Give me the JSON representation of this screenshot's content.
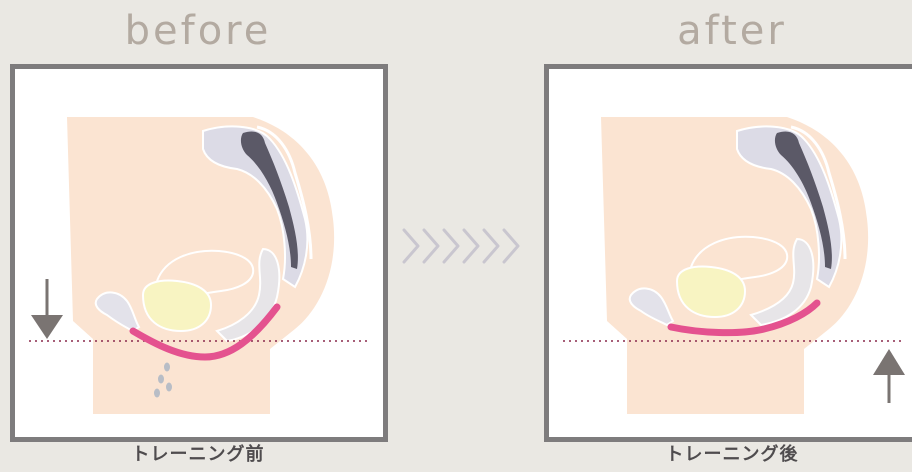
{
  "before": {
    "heading": "before",
    "caption": "トレーニング前"
  },
  "after": {
    "heading": "after",
    "caption": "トレーニング後"
  },
  "colors": {
    "background": "#eae8e3",
    "frame": "#7e7c7d",
    "skin": "#fbe4d2",
    "spine_dark": "#5b5967",
    "bone_light": "#dcdbe6",
    "bladder": "#f8f4c2",
    "pelvic_floor": "#e4528f",
    "dotted_line": "#8a2a4c",
    "arrow": "#7a7472",
    "droplets": "#b8bdc6",
    "heading_text": "#b3aaa1",
    "caption_text": "#4f4c4e"
  },
  "icons": {
    "down_arrow": "down-arrow-icon",
    "up_arrow": "up-arrow-icon",
    "transition": "chevrons-right-icon"
  }
}
